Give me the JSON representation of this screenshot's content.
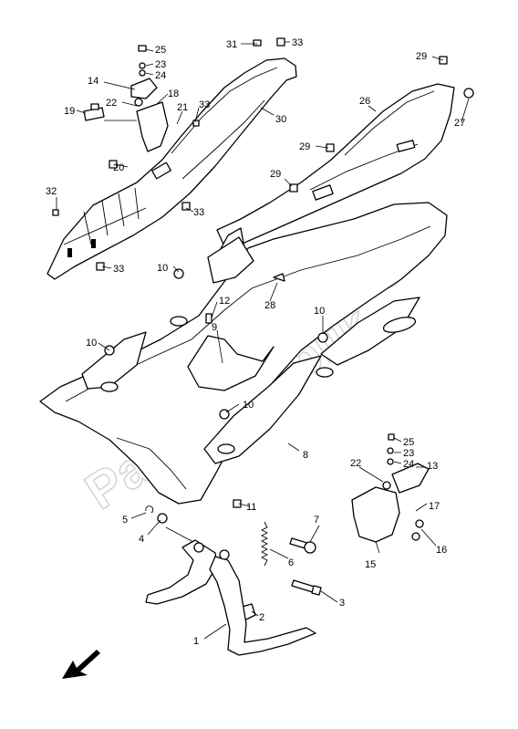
{
  "watermark": {
    "text": "Partsrepublik"
  },
  "callouts": [
    {
      "id": "c25a",
      "text": "25"
    },
    {
      "id": "c23a",
      "text": "23"
    },
    {
      "id": "c24a",
      "text": "24"
    },
    {
      "id": "c14",
      "text": "14"
    },
    {
      "id": "c22a",
      "text": "22"
    },
    {
      "id": "c18",
      "text": "18"
    },
    {
      "id": "c19",
      "text": "19"
    },
    {
      "id": "c21",
      "text": "21"
    },
    {
      "id": "c33a",
      "text": "33"
    },
    {
      "id": "c20",
      "text": "20"
    },
    {
      "id": "c32",
      "text": "32"
    },
    {
      "id": "c33b",
      "text": "33"
    },
    {
      "id": "c33c",
      "text": "33"
    },
    {
      "id": "c31",
      "text": "31"
    },
    {
      "id": "c33d",
      "text": "33"
    },
    {
      "id": "c30",
      "text": "30"
    },
    {
      "id": "c29a",
      "text": "29"
    },
    {
      "id": "c26",
      "text": "26"
    },
    {
      "id": "c27",
      "text": "27"
    },
    {
      "id": "c29b",
      "text": "29"
    },
    {
      "id": "c29c",
      "text": "29"
    },
    {
      "id": "c10a",
      "text": "10"
    },
    {
      "id": "c28",
      "text": "28"
    },
    {
      "id": "c12",
      "text": "12"
    },
    {
      "id": "c10b",
      "text": "10"
    },
    {
      "id": "c9",
      "text": "9"
    },
    {
      "id": "c10c",
      "text": "10"
    },
    {
      "id": "c10d",
      "text": "10"
    },
    {
      "id": "c8",
      "text": "8"
    },
    {
      "id": "c25b",
      "text": "25"
    },
    {
      "id": "c23b",
      "text": "23"
    },
    {
      "id": "c24b",
      "text": "24"
    },
    {
      "id": "c22b",
      "text": "22"
    },
    {
      "id": "c13",
      "text": "13"
    },
    {
      "id": "c11",
      "text": "11"
    },
    {
      "id": "c17",
      "text": "17"
    },
    {
      "id": "c5",
      "text": "5"
    },
    {
      "id": "c7",
      "text": "7"
    },
    {
      "id": "c4",
      "text": "4"
    },
    {
      "id": "c6",
      "text": "6"
    },
    {
      "id": "c16",
      "text": "16"
    },
    {
      "id": "c15",
      "text": "15"
    },
    {
      "id": "c3",
      "text": "3"
    },
    {
      "id": "c2",
      "text": "2"
    },
    {
      "id": "c1",
      "text": "1"
    }
  ]
}
